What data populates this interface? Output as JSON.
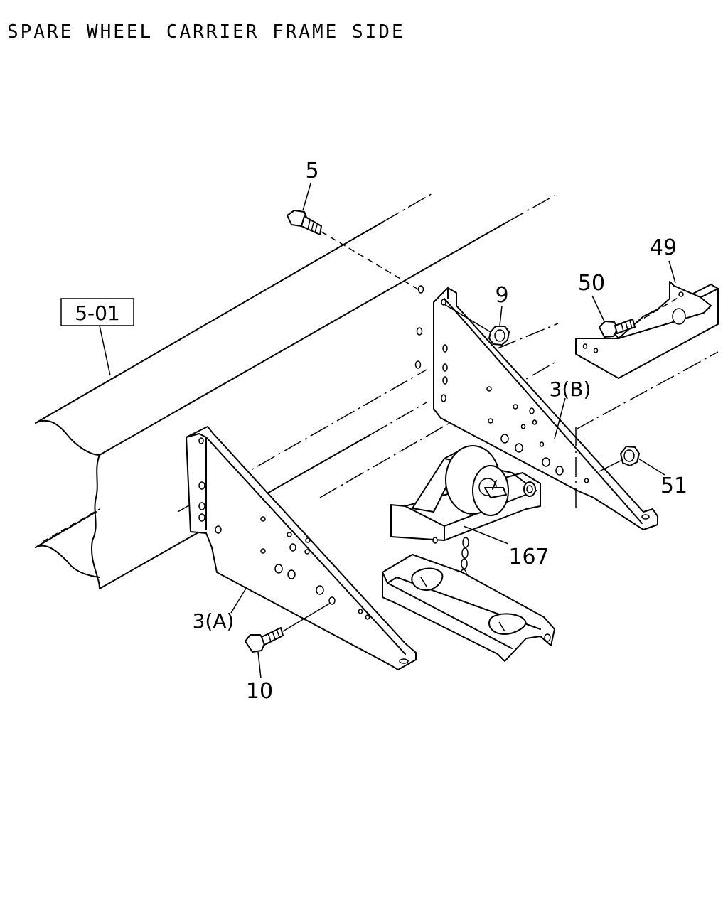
{
  "diagram": {
    "title": "SPARE WHEEL CARRIER FRAME SIDE",
    "reference_box": "5-01",
    "callouts": {
      "c5": "5",
      "c9": "9",
      "c50": "50",
      "c49": "49",
      "c3b": "3(B)",
      "c51": "51",
      "c167": "167",
      "c3a": "3(A)",
      "c10": "10"
    }
  }
}
